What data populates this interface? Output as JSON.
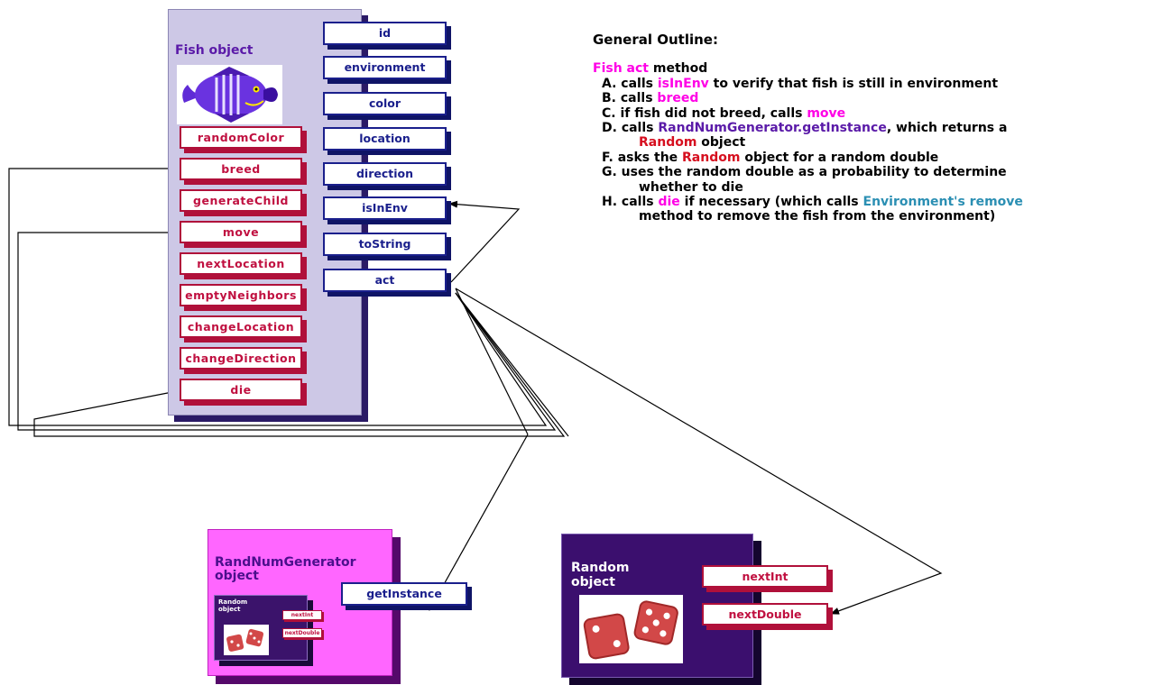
{
  "fish": {
    "title": "Fish object",
    "private_methods": [
      "randomColor",
      "breed",
      "generateChild",
      "move",
      "nextLocation",
      "emptyNeighbors",
      "changeLocation",
      "changeDirection",
      "die"
    ],
    "public_methods": [
      "id",
      "environment",
      "color",
      "location",
      "direction",
      "isInEnv",
      "toString",
      "act"
    ]
  },
  "outline": {
    "heading": "General Outline:",
    "fish_label": "Fish",
    "act_label": "act",
    "method_word": " method",
    "a_pre": "A.  calls ",
    "a_hl": "isInEnv",
    "a_post": " to verify that fish is still in environment",
    "b_pre": "B.  calls ",
    "b_hl": "breed",
    "c_pre": "C.  if fish did not breed, calls ",
    "c_hl": "move",
    "d_pre": "D.  calls ",
    "d_hl": "RandNumGenerator.getInstance",
    "d_post": ", which returns a",
    "d2_hl": "Random",
    "d2_post": " object",
    "f_pre": "F.  asks the ",
    "f_hl": "Random",
    "f_post": " object for a random double",
    "g_line1": "G. uses the random double as a probability to determine",
    "g_line2": "whether to die",
    "h_pre": "H.  calls ",
    "h_hl": "die",
    "h_mid": " if necessary (which calls ",
    "h_hl2": "Environment's remove",
    "h_line2": "method to remove the fish from the environment)"
  },
  "rng": {
    "title": "RandNumGenerator object",
    "method": "getInstance",
    "mini_title": "Random object",
    "mini_methods": [
      "nextInt",
      "nextDouble"
    ]
  },
  "random": {
    "title": "Random object",
    "methods": [
      "nextInt",
      "nextDouble"
    ]
  },
  "colors": {
    "private_method": "#c01040",
    "public_method": "#1a1f8c",
    "highlight_magenta": "#ff00e6",
    "highlight_red": "#d60f1f",
    "highlight_purple": "#5a1aa8",
    "highlight_teal": "#2b8fb3"
  }
}
